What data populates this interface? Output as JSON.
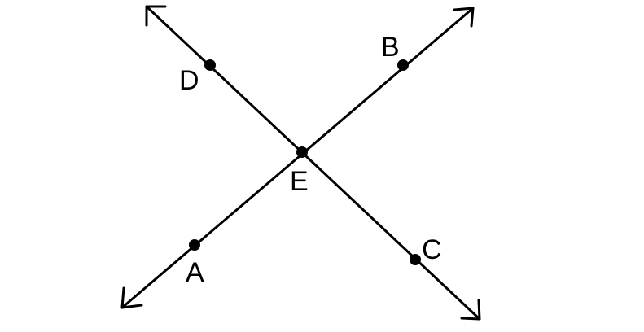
{
  "diagram": {
    "points": {
      "A": {
        "label": "A"
      },
      "B": {
        "label": "B"
      },
      "C": {
        "label": "C"
      },
      "D": {
        "label": "D"
      },
      "E": {
        "label": "E"
      }
    },
    "lines": [
      {
        "name": "line-AB",
        "through": [
          "A",
          "E",
          "B"
        ]
      },
      {
        "name": "line-DC",
        "through": [
          "D",
          "E",
          "C"
        ]
      }
    ]
  }
}
